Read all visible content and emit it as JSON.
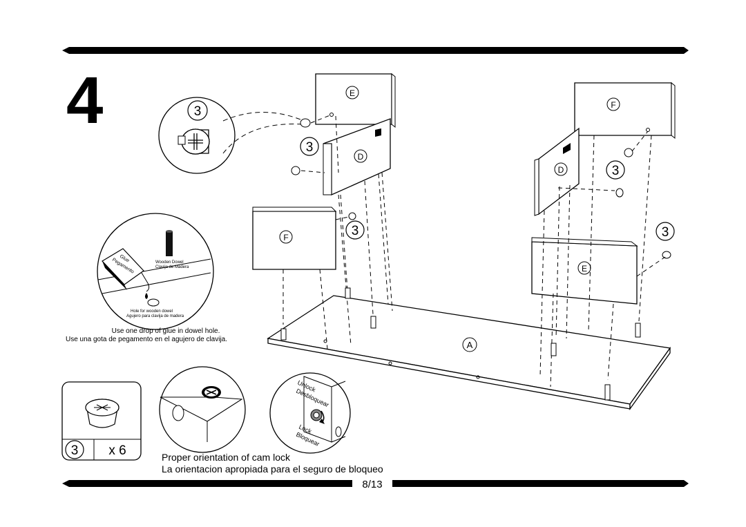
{
  "step": {
    "number": "4"
  },
  "page": {
    "indicator": "8/13"
  },
  "panels": {
    "A": "A",
    "D": "D",
    "E": "E",
    "F": "F"
  },
  "callouts": {
    "cam_lock": "3"
  },
  "glue_detail": {
    "glue_label": "Glue",
    "pegamento_label": "Pegamento",
    "dowel_label_en": "Wooden Dowel",
    "dowel_label_es": "Clavija de Madera",
    "hole_label_en": "Hole for wooden dowel",
    "hole_label_es": "Agujero para clavija de madera",
    "instruction_en": "Use one drop of glue in dowel hole.",
    "instruction_es": "Use una gota de pegamento en el agujero de clavija."
  },
  "parts_box": {
    "part_number": "3",
    "quantity": "x 6"
  },
  "cam_detail": {
    "unlock_en": "Unlock",
    "unlock_es": "Desbloquear",
    "lock_en": "Lock",
    "lock_es": "Bloquear",
    "caption_en": "Proper orientation of cam lock",
    "caption_es": "La orientacion apropiada para el seguro de bloqueo"
  }
}
